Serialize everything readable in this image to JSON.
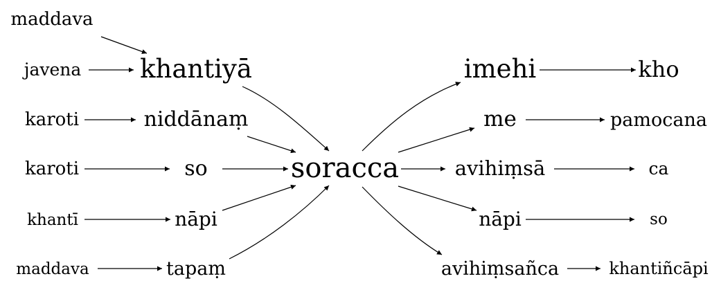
{
  "diagram": {
    "center": "soracca",
    "left": {
      "maddava_top": "maddava",
      "javena": "javena",
      "khantiya": "khantiyā",
      "karoti_1": "karoti",
      "niddanam": "niddānaṃ",
      "karoti_2": "karoti",
      "so_left": "so",
      "khanti": "khantī",
      "napi_left": "nāpi",
      "maddava_bottom": "maddava",
      "tapam": "tapaṃ"
    },
    "right": {
      "imehi": "imehi",
      "kho": "kho",
      "me": "me",
      "pamocana": "pamocana",
      "avihimsa": "avihiṃsā",
      "ca": "ca",
      "napi_right": "nāpi",
      "so_right": "so",
      "avihimsanca": "avihiṃsañca",
      "khantincapi": "khantiñcāpi"
    },
    "edges": [
      [
        "maddava_top",
        "khantiya"
      ],
      [
        "javena",
        "khantiya"
      ],
      [
        "karoti_1",
        "niddanam"
      ],
      [
        "karoti_2",
        "so_left"
      ],
      [
        "khanti",
        "napi_left"
      ],
      [
        "maddava_bottom",
        "tapam"
      ],
      [
        "khantiya",
        "center"
      ],
      [
        "niddanam",
        "center"
      ],
      [
        "so_left",
        "center"
      ],
      [
        "napi_left",
        "center"
      ],
      [
        "tapam",
        "center"
      ],
      [
        "center",
        "imehi"
      ],
      [
        "center",
        "me"
      ],
      [
        "center",
        "avihimsa"
      ],
      [
        "center",
        "napi_right"
      ],
      [
        "center",
        "avihimsanca"
      ],
      [
        "imehi",
        "kho"
      ],
      [
        "me",
        "pamocana"
      ],
      [
        "avihimsa",
        "ca"
      ],
      [
        "napi_right",
        "so_right"
      ],
      [
        "avihimsanca",
        "khantincapi"
      ]
    ]
  }
}
